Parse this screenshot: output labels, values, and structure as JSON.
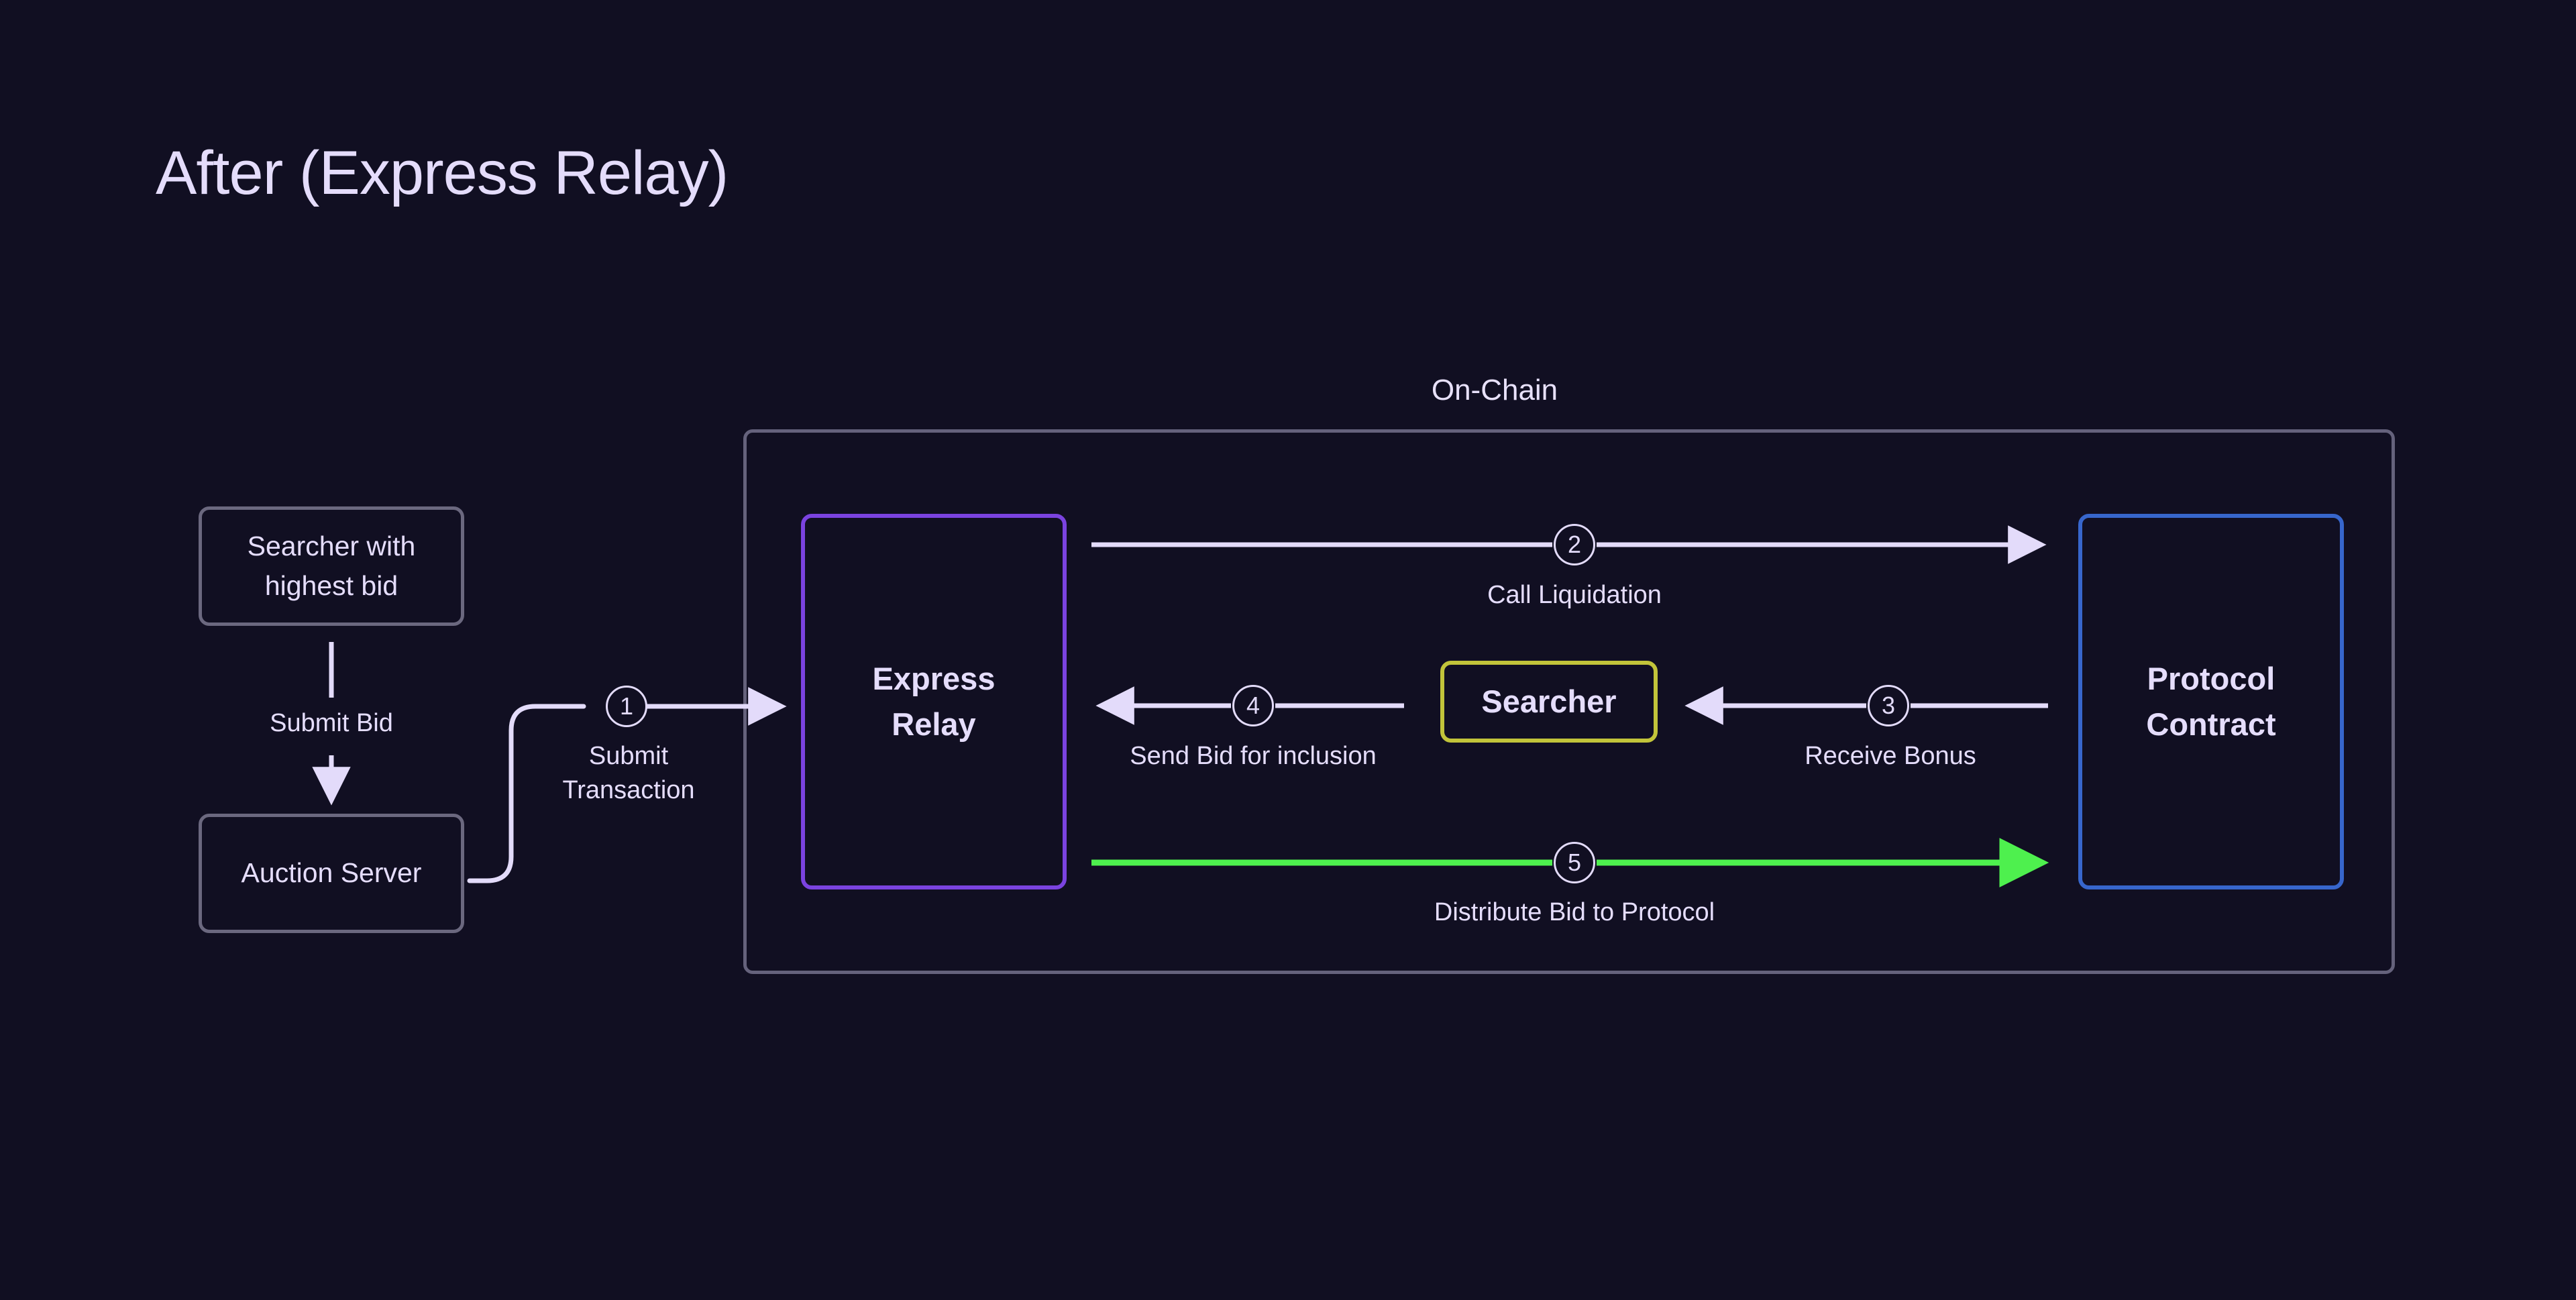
{
  "page": {
    "title": "After (Express Relay)",
    "background_color": "#110f22"
  },
  "regions": {
    "onchain": {
      "label": "On-Chain",
      "border_color": "#65627c"
    }
  },
  "nodes": [
    {
      "id": "searcher-highest-bid",
      "label": "Searcher with\nhighest bid",
      "border_color": "#6b687f"
    },
    {
      "id": "auction-server",
      "label": "Auction Server",
      "border_color": "#6b687f"
    },
    {
      "id": "express-relay",
      "label": "Express\nRelay",
      "border_color": "#7b43e0"
    },
    {
      "id": "searcher",
      "label": "Searcher",
      "border_color": "#c2c43a"
    },
    {
      "id": "protocol-contract",
      "label": "Protocol\nContract",
      "border_color": "#3766cc"
    }
  ],
  "edges": [
    {
      "id": "submit-bid",
      "step": "",
      "label": "Submit Bid",
      "from": "searcher-highest-bid",
      "to": "auction-server",
      "direction": "down",
      "color": "#e3dbfa"
    },
    {
      "id": "submit-transaction",
      "step": "1",
      "label": "Submit\nTransaction",
      "from": "auction-server",
      "to": "express-relay",
      "direction": "right",
      "color": "#e3dbfa"
    },
    {
      "id": "call-liquidation",
      "step": "2",
      "label": "Call Liquidation",
      "from": "express-relay",
      "to": "protocol-contract",
      "direction": "right",
      "color": "#e3dbfa"
    },
    {
      "id": "receive-bonus",
      "step": "3",
      "label": "Receive Bonus",
      "from": "protocol-contract",
      "to": "searcher",
      "direction": "left",
      "color": "#e3dbfa"
    },
    {
      "id": "send-bid-for-inclusion",
      "step": "4",
      "label": "Send Bid for inclusion",
      "from": "searcher",
      "to": "express-relay",
      "direction": "left",
      "color": "#e3dbfa"
    },
    {
      "id": "distribute-bid-to-protocol",
      "step": "5",
      "label": "Distribute Bid to Protocol",
      "from": "express-relay",
      "to": "protocol-contract",
      "direction": "right",
      "color": "#4ef04e"
    }
  ]
}
